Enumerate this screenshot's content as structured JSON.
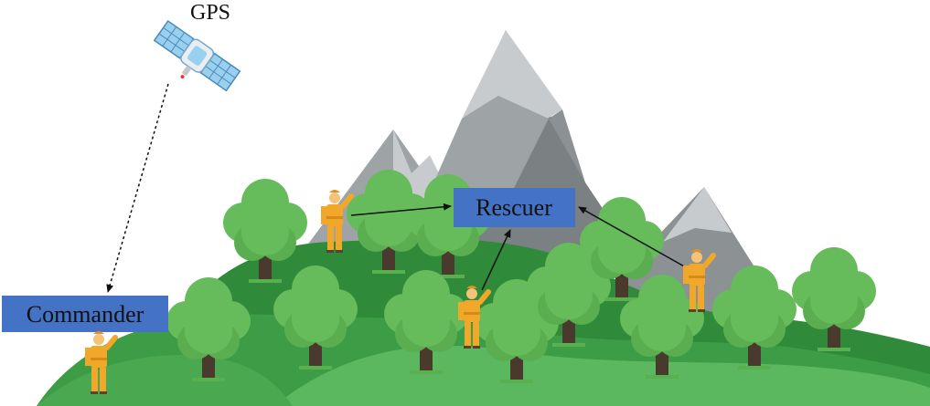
{
  "labels": {
    "gps": "GPS",
    "rescuer": "Rescuer",
    "commander": "Commander"
  },
  "colors": {
    "label_box": "#4472c4",
    "sky": "#ffffff",
    "hill_dark": "#2f8a3a",
    "hill_mid": "#3d9c46",
    "hill_light": "#5bb85f",
    "foliage": "#66bb5a",
    "foliage_dark": "#4fa34a",
    "trunk": "#4a3a2e",
    "mountain_light": "#c8cbcd",
    "mountain_mid": "#9ea3a6",
    "mountain_dark": "#7b8083",
    "person_uniform": "#f0a72a",
    "satellite_panel": "#9ad0ef",
    "satellite_body": "#e8eef2",
    "arrow": "#111111"
  },
  "icons": [
    "gps-satellite-icon",
    "rescuer-person-icon",
    "commander-person-icon",
    "tree-icon"
  ]
}
